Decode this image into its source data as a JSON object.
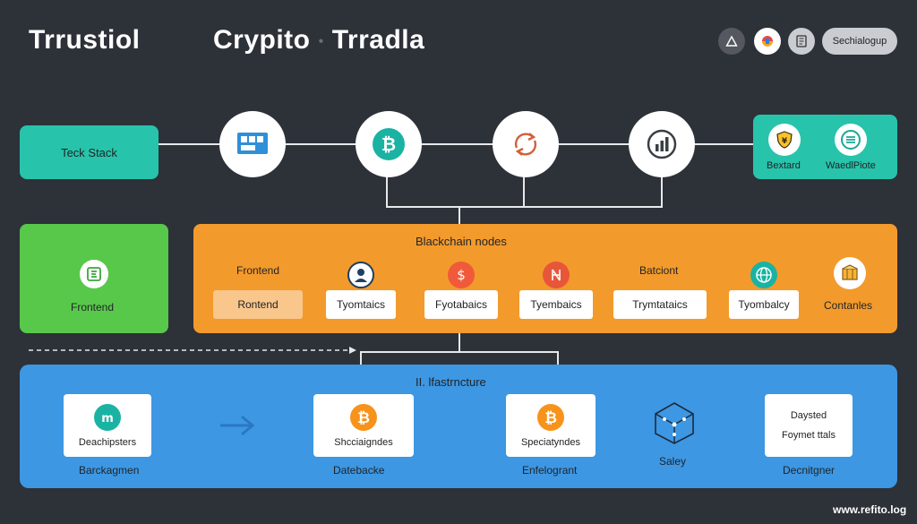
{
  "header": {
    "title_left": "Trrustiol",
    "title_main": "Crypito",
    "title_dot": "●",
    "title_right": "Trradla",
    "pill_label": "Sechialogup"
  },
  "tech_stack": {
    "label": "Teck Stack"
  },
  "top_right": {
    "left_label": "Bextard",
    "right_label": "WaedlPiote"
  },
  "frontend_box": {
    "label": "Frontend"
  },
  "blockchain": {
    "title": "Blackchain nodes",
    "frontend_heading": "Frontend",
    "frontend_card": "Rontend",
    "batciont_heading": "Batciont",
    "cards": [
      "Tyomtaics",
      "Fyotabaics",
      "Tyembaics",
      "Trymtataics",
      "Tyombalcy"
    ],
    "containers_label": "Contanles"
  },
  "infrastructure": {
    "title": "II. lfastrncture",
    "items": [
      {
        "card": "Deachipsters",
        "caption": "Barckagmen"
      },
      {
        "card": "Shcciaigndes",
        "caption": "Datebacke"
      },
      {
        "card": "Speciatyndes",
        "caption": "Enfelogrant"
      },
      {
        "card": "",
        "caption": "Saley"
      },
      {
        "card_line1": "Daysted",
        "card_line2": "Foymet ttals",
        "caption": "Decnitgner"
      }
    ]
  },
  "footer": {
    "text": "www.refito.log"
  },
  "colors": {
    "background": "#2d3138",
    "teal": "#27c4ab",
    "green": "#58c84a",
    "orange": "#f39a2c",
    "blue": "#3d97e3",
    "bitcoin": "#f7931a"
  }
}
